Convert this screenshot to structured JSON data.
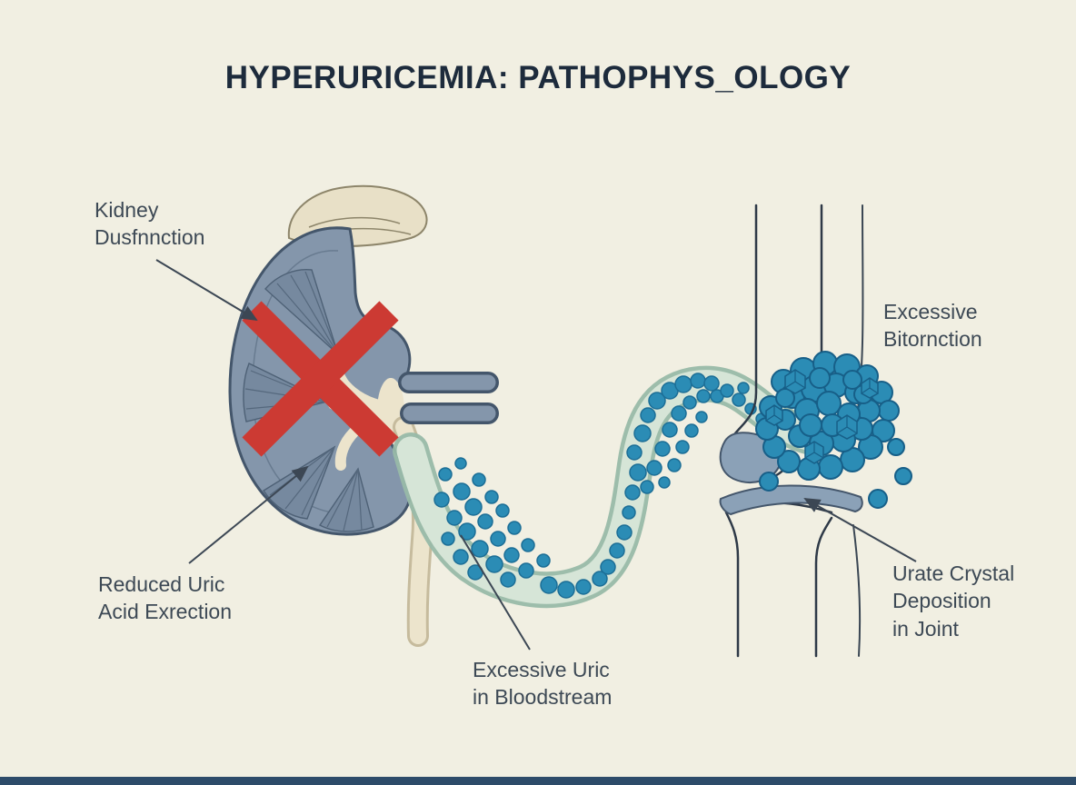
{
  "title": "HYPERURICEMIA: PATHOPHYS_OLOGY",
  "labels": {
    "kidney_dysfunction": {
      "line1": "Kidney",
      "line2": "Dusfnnction"
    },
    "reduced_excretion": {
      "line1": "Reduced Uric",
      "line2": "Acid Exrection"
    },
    "excessive_uric_bloodstream": {
      "line1": "Excessive Uric",
      "line2": "in Bloodstream"
    },
    "excessive_bitornction": {
      "line1": "Excessive",
      "line2": "Bitornction"
    },
    "urate_crystal_deposition": {
      "line1": "Urate Crystal",
      "line2": "Deposition",
      "line3": "in Joint"
    }
  },
  "colors": {
    "background": "#f1efe2",
    "title_text": "#1d2b3c",
    "label_text": "#3d4955",
    "kidney_fill": "#8496ab",
    "kidney_outline": "#44566b",
    "adrenal_fill": "#e8e0c7",
    "cross_red": "#cc3a33",
    "tube_fill": "#d6e5d7",
    "tube_outline": "#98b9a8",
    "crystal_blue": "#2b8cb5",
    "crystal_outline": "#175f88",
    "bone_outline": "#2e3947",
    "cartilage_fill": "#8ba1b7",
    "footer_bar": "#2d4b69"
  }
}
